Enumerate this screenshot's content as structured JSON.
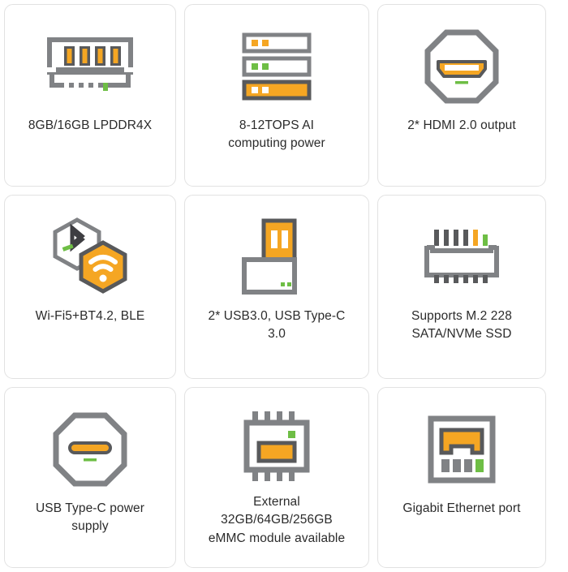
{
  "palette": {
    "orange": "#F5A623",
    "gray": "#808285",
    "dark_gray": "#58595B",
    "green": "#6EBE45",
    "text": "#2b2b2b",
    "card_border": "#e2e2e2",
    "background": "#ffffff"
  },
  "grid": {
    "columns": 3,
    "rows": 3
  },
  "cards": [
    {
      "id": "memory",
      "icon": "ram-module-icon",
      "label": "8GB/16GB LPDDR4X"
    },
    {
      "id": "ai-power",
      "icon": "ai-server-stack-icon",
      "label": "8-12TOPS AI\ncomputing power"
    },
    {
      "id": "hdmi",
      "icon": "hdmi-port-icon",
      "label": "2* HDMI 2.0 output"
    },
    {
      "id": "wireless",
      "icon": "wifi-bluetooth-icon",
      "label": "Wi-Fi5+BT4.2, BLE"
    },
    {
      "id": "usb",
      "icon": "usb-connector-icon",
      "label": "2* USB3.0, USB Type-C\n3.0"
    },
    {
      "id": "ssd",
      "icon": "m2-ssd-slot-icon",
      "label": "Supports M.2 228\nSATA/NVMe SSD"
    },
    {
      "id": "power",
      "icon": "usb-type-c-port-icon",
      "label": "USB Type-C power\nsupply"
    },
    {
      "id": "emmc",
      "icon": "emmc-chip-icon",
      "label": "External\n32GB/64GB/256GB\neMMC module available"
    },
    {
      "id": "ethernet",
      "icon": "ethernet-port-icon",
      "label": "Gigabit Ethernet port"
    }
  ]
}
